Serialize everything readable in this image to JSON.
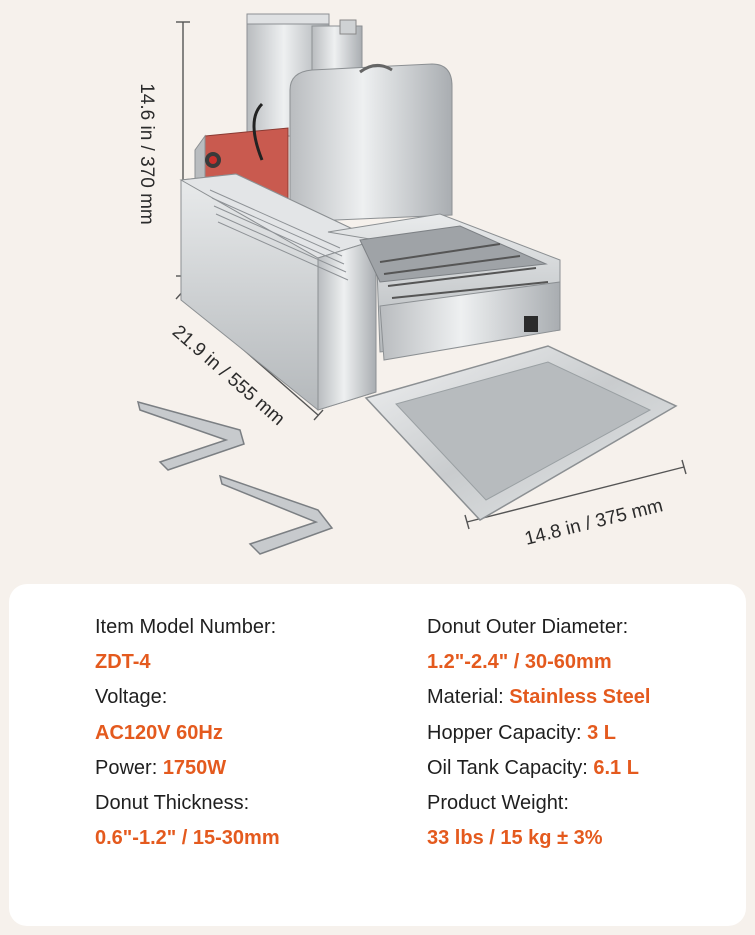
{
  "dimensions": {
    "height": "14.6 in / 370 mm",
    "depth": "21.9 in / 555 mm",
    "width": "14.8 in / 375 mm"
  },
  "colors": {
    "accent": "#e45a1e",
    "text": "#1f1f1f",
    "background": "#f6f1ec",
    "card": "#ffffff"
  },
  "specs": {
    "left": {
      "model_label": "Item Model Number:",
      "model_value": "ZDT-4",
      "voltage_label": "Voltage:",
      "voltage_value": "AC120V 60Hz",
      "power_label": "Power:",
      "power_value": "1750W",
      "thickness_label": "Donut Thickness:",
      "thickness_value": "0.6\"-1.2\" / 15-30mm"
    },
    "right": {
      "diameter_label": "Donut Outer Diameter:",
      "diameter_value": "1.2\"-2.4\" / 30-60mm",
      "material_label": "Material:",
      "material_value": "Stainless Steel",
      "hopper_label": "Hopper Capacity:",
      "hopper_value": "3 L",
      "oil_label": "Oil Tank Capacity:",
      "oil_value": "6.1 L",
      "weight_label": "Product Weight:",
      "weight_value": "33 lbs / 15 kg ± 3%"
    }
  }
}
